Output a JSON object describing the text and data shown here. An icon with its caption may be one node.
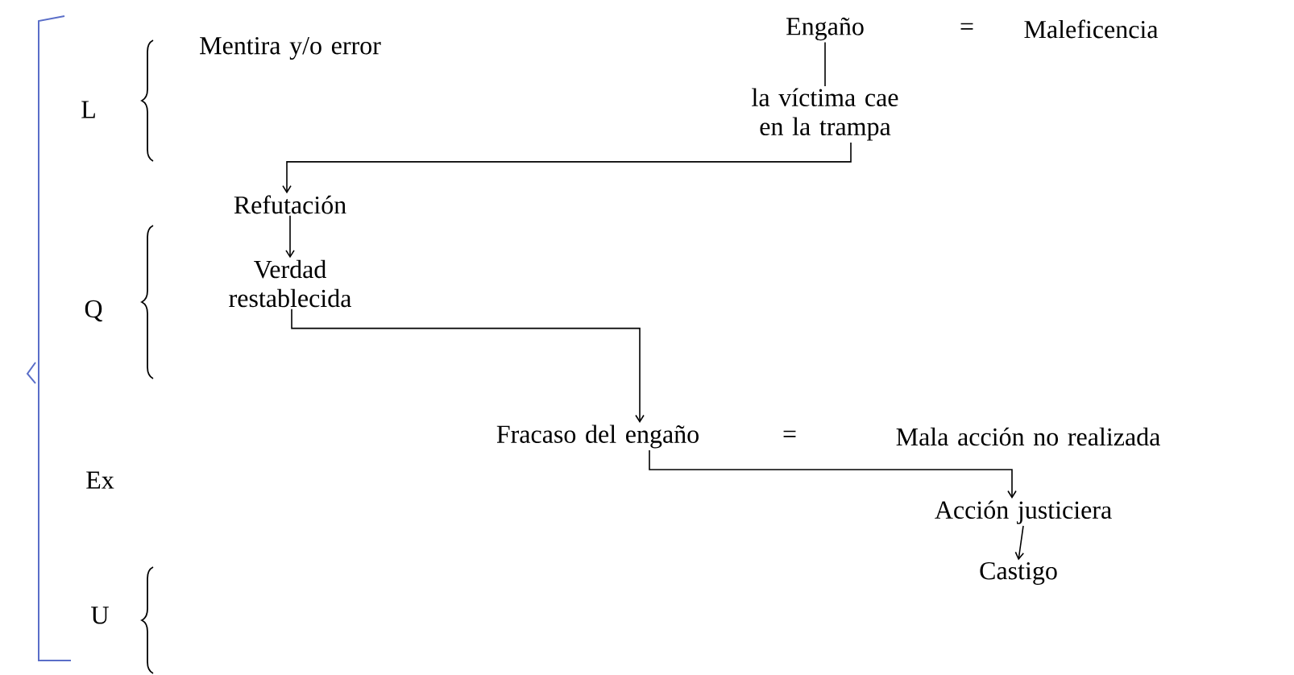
{
  "diagram": {
    "nodes": [
      {
        "text": [
          "Engaño"
        ]
      },
      {
        "text": [
          "la víctima cae en la trampa"
        ]
      },
      {
        "text": [
          "Refutación"
        ]
      },
      {
        "text": [
          "Verdad restablecida"
        ]
      },
      {
        "text": [
          "Fracaso del engaño"
        ]
      },
      {
        "text": [
          "Acción justiciera"
        ]
      },
      {
        "text": [
          "Castigo"
        ]
      }
    ],
    "edges": [
      {
        "from": 0,
        "to": 1,
        "arrow": "none"
      },
      {
        "from": 1,
        "to": 2,
        "arrow": "to"
      },
      {
        "from": 2,
        "to": 3,
        "arrow": "to"
      },
      {
        "from": 3,
        "to": 4,
        "arrow": "to"
      },
      {
        "from": 4,
        "to": 5,
        "arrow": "to"
      },
      {
        "from": 5,
        "to": 6,
        "arrow": "to"
      }
    ],
    "labels": [
      "L",
      "Mentira y/o error",
      "=",
      "Maleficencia",
      "Q",
      "Ex",
      "=",
      "Mala acción no realizada",
      "U"
    ]
  }
}
